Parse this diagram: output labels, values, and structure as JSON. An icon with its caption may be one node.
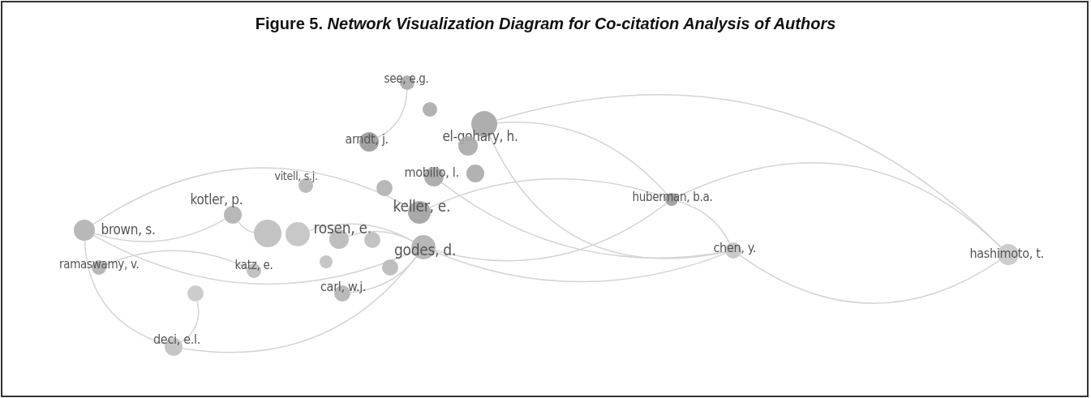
{
  "diagram": {
    "title": "Figure 5. *Network Visualization Diagram for Co-citation Analysis of Authors*",
    "nodes": [
      {
        "text": [
          "see, e.g."
        ]
      },
      {
        "text": [
          "arndt, j."
        ]
      },
      {
        "text": [
          "el-gohary, h."
        ]
      },
      {
        "text": [
          "mobilio, l."
        ]
      },
      {
        "text": [
          "vitell, s.j."
        ]
      },
      {
        "text": [
          "kotler, p."
        ]
      },
      {
        "text": [
          "keller, e."
        ]
      },
      {
        "text": [
          "brown, s."
        ]
      },
      {
        "text": [
          "rosen, e."
        ]
      },
      {
        "text": [
          "godes, d."
        ]
      },
      {
        "text": [
          "ramaswamy, v."
        ]
      },
      {
        "text": [
          "katz, e."
        ]
      },
      {
        "text": [
          "carl, w.j."
        ]
      },
      {
        "text": [
          "huberman, b.a."
        ]
      },
      {
        "text": [
          "chen, y."
        ]
      },
      {
        "text": [
          "deci, e.l."
        ]
      },
      {
        "text": [
          "hashimoto, t."
        ]
      },
      {
        "text": [],
        "shape": "circle"
      },
      {
        "text": [],
        "shape": "circle"
      },
      {
        "text": [],
        "shape": "circle"
      },
      {
        "text": [],
        "shape": "circle"
      },
      {
        "text": [],
        "shape": "circle"
      },
      {
        "text": [],
        "shape": "circle"
      },
      {
        "text": [],
        "shape": "circle"
      },
      {
        "text": [],
        "shape": "circle"
      },
      {
        "text": [],
        "shape": "circle"
      },
      {
        "text": [],
        "shape": "circle"
      }
    ],
    "edges": [
      {
        "from": 13,
        "to": 16,
        "arrow": "none"
      },
      {
        "from": 14,
        "to": 16,
        "arrow": "none"
      },
      {
        "from": 13,
        "to": 14,
        "arrow": "none"
      },
      {
        "from": 7,
        "to": 6,
        "arrow": "none"
      },
      {
        "from": 7,
        "to": 9,
        "arrow": "none"
      },
      {
        "from": 15,
        "to": 9,
        "arrow": "none"
      },
      {
        "from": 15,
        "to": 7,
        "arrow": "none"
      },
      {
        "from": 0,
        "to": 1,
        "arrow": "none"
      },
      {
        "from": 2,
        "to": 13,
        "arrow": "none"
      },
      {
        "from": 6,
        "to": 13,
        "arrow": "none"
      },
      {
        "from": 9,
        "to": 14,
        "arrow": "none"
      },
      {
        "from": 9,
        "to": 13,
        "arrow": "none"
      },
      {
        "from": 2,
        "to": 16,
        "arrow": "none"
      },
      {
        "from": 3,
        "to": 14,
        "arrow": "none"
      },
      {
        "from": 5,
        "to": 7,
        "arrow": "none"
      },
      {
        "from": 11,
        "to": 10,
        "arrow": "none"
      },
      {
        "from": 8,
        "to": 9,
        "arrow": "none"
      },
      {
        "from": 12,
        "to": 9,
        "arrow": "none"
      },
      {
        "from": 17,
        "to": 5,
        "arrow": "none"
      },
      {
        "from": 18,
        "to": 9,
        "arrow": "none"
      },
      {
        "from": 19,
        "to": 15,
        "arrow": "none"
      },
      {
        "from": 2,
        "to": 14,
        "arrow": "none"
      }
    ]
  }
}
